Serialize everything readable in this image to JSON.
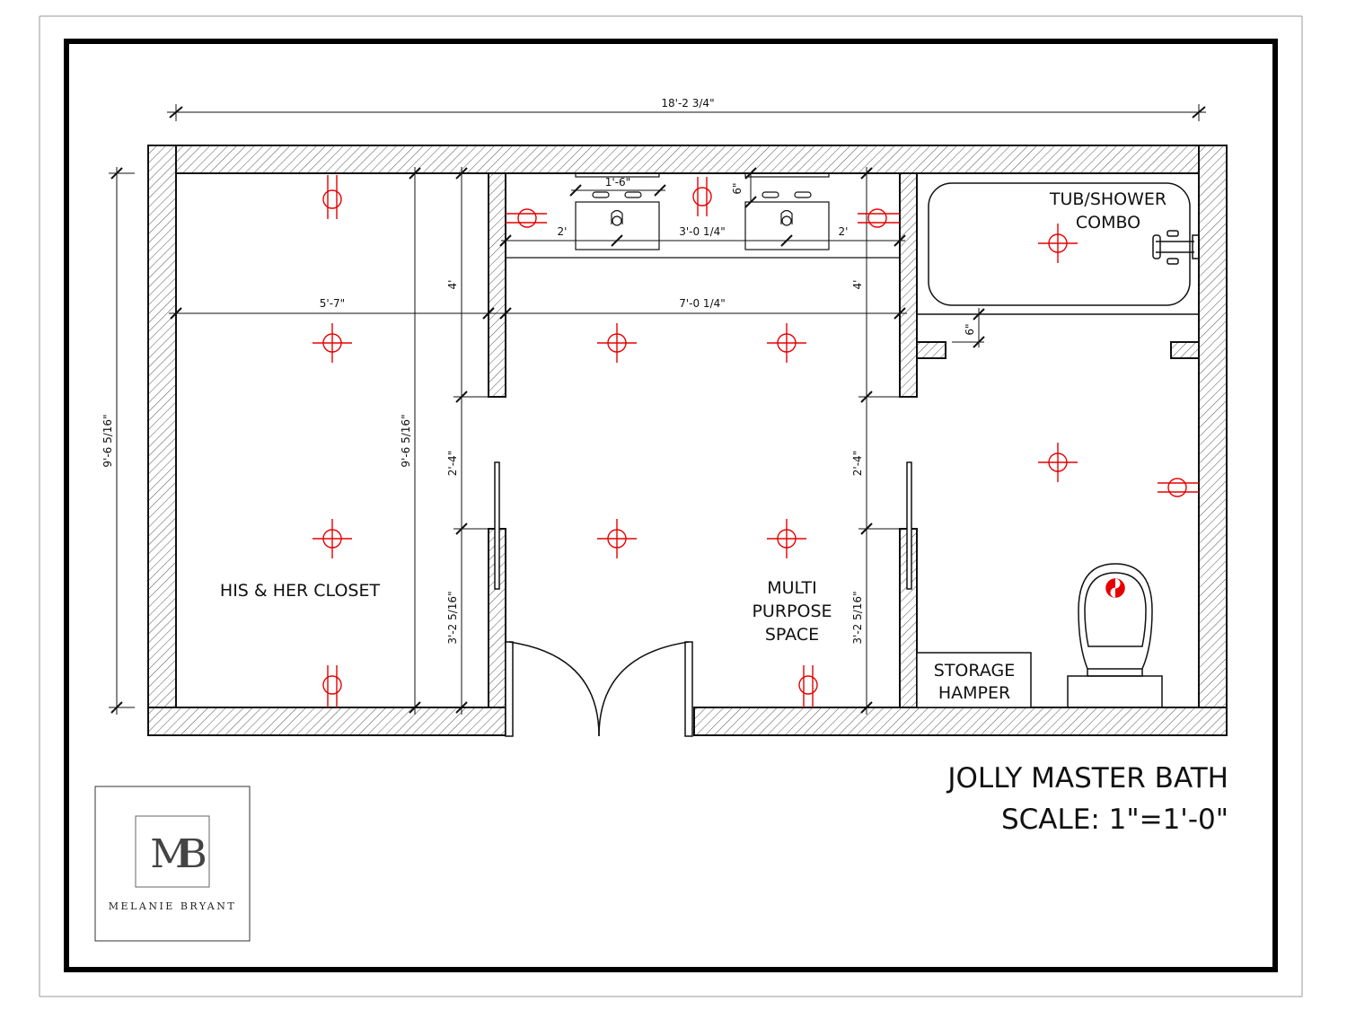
{
  "title": {
    "line1": "JOLLY MASTER BATH",
    "line2": "SCALE: 1\"=1'-0\""
  },
  "logo": {
    "monogram": "MB",
    "name": "MELANIE BRYANT"
  },
  "rooms": {
    "closet": "HIS & HER CLOSET",
    "multi_1": "MULTI",
    "multi_2": "PURPOSE",
    "multi_3": "SPACE",
    "tub_1": "TUB/SHOWER",
    "tub_2": "COMBO",
    "storage_1": "STORAGE",
    "storage_2": "HAMPER"
  },
  "dimensions": {
    "overall_width": "18'-2 3/4\"",
    "overall_height": "9'-6 5/16\"",
    "closet_height": "9'-6 5/16\"",
    "closet_width": "5'-7\"",
    "center_width": "7'-0 1/4\"",
    "sink_width": "1'-6\"",
    "sink_spacing": "3'-0 1/4\"",
    "left_clear": "2'",
    "right_clear": "2'",
    "sink_offset": "6\"",
    "tub_offset": "6\"",
    "left_upper": "4'",
    "left_mid": "2'-4\"",
    "left_lower": "3'-2 5/16\"",
    "right_upper": "4'",
    "right_mid": "2'-4\"",
    "right_lower": "3'-2 5/16\""
  },
  "colors": {
    "lights": "#e60000",
    "lines": "#111111"
  }
}
